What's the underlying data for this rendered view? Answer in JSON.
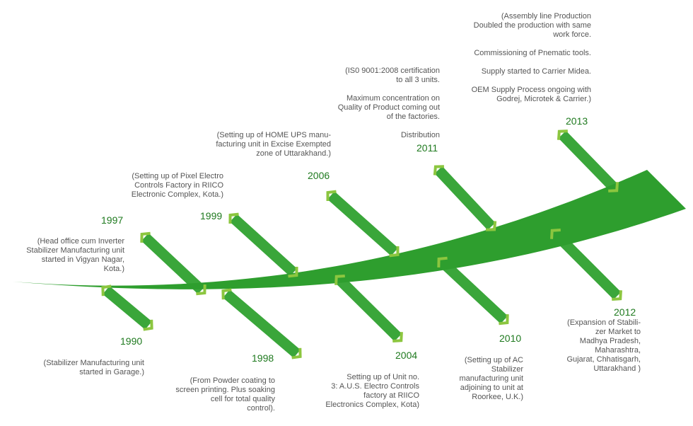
{
  "colors": {
    "branch": "#3aa63a",
    "spine": "#2e9e2e",
    "year": "#1f7a1f",
    "text": "#555555",
    "cap": "#8cc63f"
  },
  "milestones": [
    {
      "year": "1990",
      "side": "below",
      "text": "(Stabilizer Manufacturing unit\nstarted in Garage.)"
    },
    {
      "year": "1997",
      "side": "above",
      "text": "(Head office cum Inverter\nStabilizer Manufacturing unit\nstarted in Vigyan Nagar,\nKota.)"
    },
    {
      "year": "1998",
      "side": "below",
      "text": "(From Powder coating to\nscreen printing. Plus soaking\ncell for total quality\ncontrol)."
    },
    {
      "year": "1999",
      "side": "above",
      "text": "(Setting up of Pixel Electro\nControls Factory in RIICO\nElectronic Complex, Kota.)"
    },
    {
      "year": "2004",
      "side": "below",
      "text": "Setting up of Unit no.\n3:  A.U.S. Electro Controls\nfactory at RIICO\nElectronics Complex, Kota)"
    },
    {
      "year": "2006",
      "side": "above",
      "text": "(Setting up of HOME UPS manu-\nfacturing unit in Excise Exempted\nzone of Uttarakhand.)"
    },
    {
      "year": "2010",
      "side": "below",
      "text": "(Setting up of AC\nStabilizer\nmanufacturing unit\nadjoining to unit at\nRoorkee, U.K.)"
    },
    {
      "year": "2011",
      "side": "above",
      "text": "(IS0 9001:2008 certification\nto all 3 units.\n\nMaximum concentration on\nQuality of Product coming out\nof the factories.\n\nDistribution"
    },
    {
      "year": "2012",
      "side": "below",
      "text": "(Expansion of Stabili-\nzer Market to\nMadhya Pradesh,\nMaharashtra,\nGujarat, Chhatisgarh,\nUttarakhand )"
    },
    {
      "year": "2013",
      "side": "above",
      "text": "(Assembly line Production\nDoubled the production with same\nwork force.\n\nCommissioning of Pnematic tools.\n\nSupply started to Carrier Midea.\n\nOEM Supply Process ongoing with\nGodrej, Microtek & Carrier.)"
    }
  ]
}
